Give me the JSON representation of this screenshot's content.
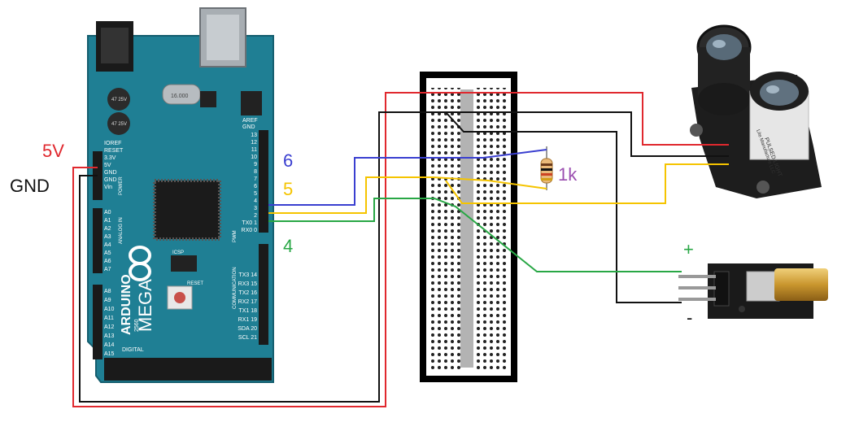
{
  "labels": {
    "v5": "5V",
    "gnd": "GND",
    "pin6": "6",
    "pin5": "5",
    "pin4": "4",
    "resistor": "1k",
    "laser_plus": "+",
    "laser_minus": "-"
  },
  "arduino": {
    "name": "ARDUINO",
    "model": "MEGA",
    "model_num": "2560",
    "aref": "AREF",
    "gnd_pin": "GND",
    "power_header": "POWER",
    "analog_header": "ANALOG IN",
    "pwm_header": "PWM",
    "comm_header": "COMMUNICATION",
    "digital_header": "DIGITAL",
    "power_pins": [
      "IOREF",
      "RESET",
      "3.3V",
      "5V",
      "GND",
      "GND",
      "Vin"
    ],
    "analog_pins": [
      "A0",
      "A1",
      "A2",
      "A3",
      "A4",
      "A5",
      "A6",
      "A7",
      "A8",
      "A9",
      "A10",
      "A11",
      "A12",
      "A13",
      "A14",
      "A15"
    ],
    "pwm_pins": [
      "13",
      "12",
      "11",
      "10",
      "9",
      "8",
      "7",
      "6",
      "5",
      "4",
      "3",
      "2",
      "TX0 1",
      "RX0 0"
    ],
    "comm_pins": [
      "TX3 14",
      "RX3 15",
      "TX2 16",
      "RX2 17",
      "TX1 18",
      "RX1 19",
      "SDA 20",
      "SCL 21"
    ],
    "cap_label": "47 25V",
    "xtal_label": "16.000",
    "icsp": "ICSP",
    "reset": "RESET"
  },
  "lidar": {
    "brand": "PULSED LIGHT",
    "line2": "Lite Manufacture LLC"
  },
  "colors": {
    "red": "#e0282e",
    "black": "#111111",
    "blue": "#3a3fd0",
    "yellow": "#f5c400",
    "green": "#28a745",
    "purple": "#9b4fb0",
    "board": "#1f7f94"
  }
}
